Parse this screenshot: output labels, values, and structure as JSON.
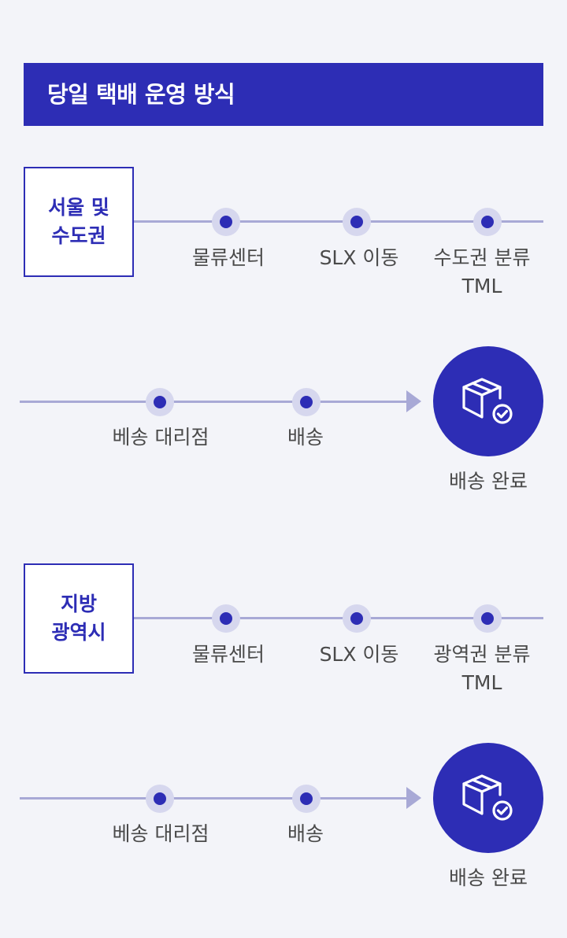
{
  "title": "당일 택배 운영 방식",
  "sections": [
    {
      "region": "서울 및\n수도권",
      "steps_row1": [
        "물류센터",
        "SLX 이동",
        "수도권 분류\nTML"
      ],
      "steps_row2": [
        "베송 대리점",
        "배송"
      ],
      "final": "배송 완료"
    },
    {
      "region": "지방\n광역시",
      "steps_row1": [
        "물류센터",
        "SLX 이동",
        "광역권 분류\nTML"
      ],
      "steps_row2": [
        "베송 대리점",
        "배송"
      ],
      "final": "배송 완료"
    }
  ],
  "icons": {
    "step_dot": "timeline-dot-icon",
    "arrow": "arrow-right-icon",
    "completion": "package-check-icon"
  },
  "colors": {
    "accent": "#2d2db5",
    "line": "#a8a9d6",
    "dot_halo": "#d6d7ee",
    "background": "#f3f4f9",
    "text": "#4a4a4a"
  }
}
